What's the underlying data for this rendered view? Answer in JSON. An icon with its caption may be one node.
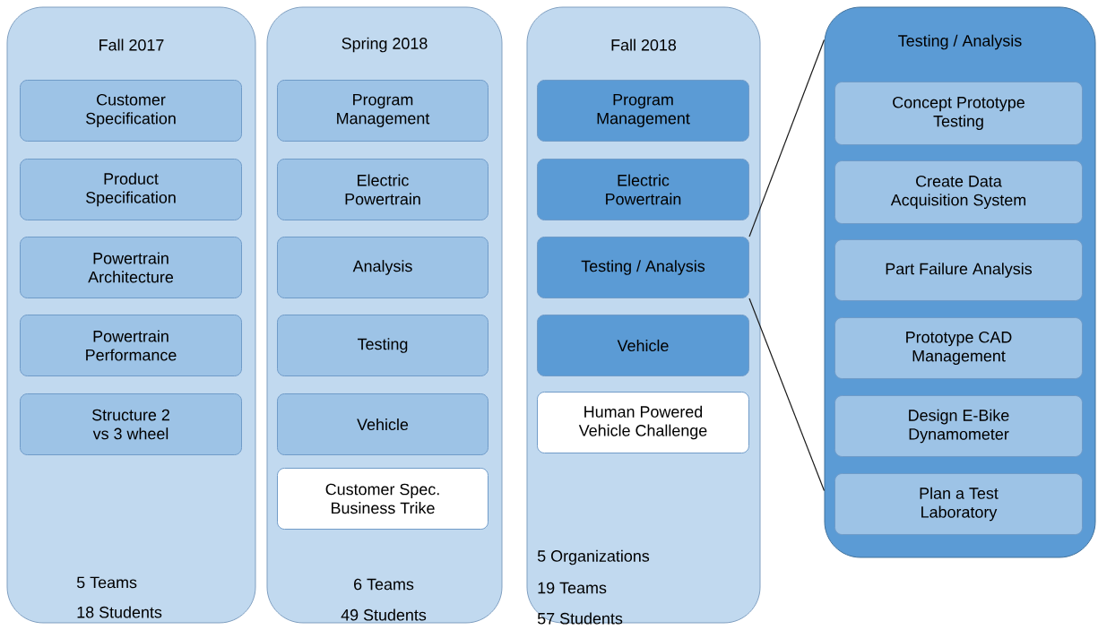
{
  "diagram": {
    "nodes": [
      {
        "text": [
          "Fall 2017",
          "5 Teams",
          "18 Students"
        ]
      },
      {
        "text": [
          "Customer Specification"
        ],
        "in": 0
      },
      {
        "text": [
          "Product Specification"
        ],
        "in": 0
      },
      {
        "text": [
          "Powertrain Architecture"
        ],
        "in": 0
      },
      {
        "text": [
          "Powertrain Performance"
        ],
        "in": 0
      },
      {
        "text": [
          "Structure 2 vs 3 wheel"
        ],
        "in": 0
      },
      {
        "text": [
          "Spring 2018",
          "6 Teams",
          "49 Students"
        ]
      },
      {
        "text": [
          "Program Management"
        ],
        "in": 6
      },
      {
        "text": [
          "Electric Powertrain"
        ],
        "in": 6
      },
      {
        "text": [
          "Analysis"
        ],
        "in": 6
      },
      {
        "text": [
          "Testing"
        ],
        "in": 6
      },
      {
        "text": [
          "Vehicle"
        ],
        "in": 6
      },
      {
        "text": [
          "Customer Spec. Business Trike"
        ],
        "in": 6
      },
      {
        "text": [
          "Fall 2018",
          "5 Organizations",
          "19 Teams",
          "57 Students"
        ]
      },
      {
        "text": [
          "Program Management"
        ],
        "in": 13
      },
      {
        "text": [
          "Electric Powertrain"
        ],
        "in": 13
      },
      {
        "text": [
          "Testing / Analysis"
        ],
        "in": 13
      },
      {
        "text": [
          "Vehicle"
        ],
        "in": 13
      },
      {
        "text": [
          "Human Powered Vehicle Challenge"
        ],
        "in": 13
      },
      {
        "text": [
          "Testing / Analysis"
        ]
      },
      {
        "text": [
          "Concept Prototype Testing"
        ],
        "in": 19
      },
      {
        "text": [
          "Create Data Acquisition System"
        ],
        "in": 19
      },
      {
        "text": [
          "Part Failure Analysis"
        ],
        "in": 19
      },
      {
        "text": [
          "Prototype CAD Management"
        ],
        "in": 19
      },
      {
        "text": [
          "Design E-Bike Dynamometer"
        ],
        "in": 19
      },
      {
        "text": [
          "Plan a Test Laboratory"
        ],
        "in": 19
      }
    ],
    "edges": [
      {
        "from": 16,
        "to": 19,
        "arrow": "none"
      },
      {
        "from": 16,
        "to": 19,
        "arrow": "none"
      }
    ]
  }
}
